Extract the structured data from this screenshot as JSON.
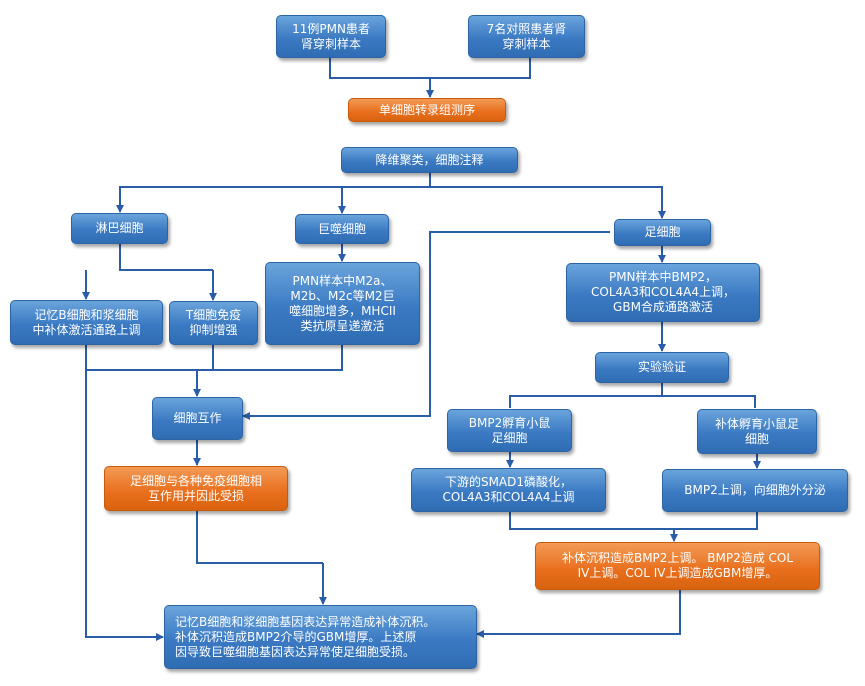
{
  "nodes": {
    "pmn_samples": "11例PMN患者\n肾穿刺样本",
    "control_samples": "7名对照患者肾\n穿刺样本",
    "scrna_seq": "单细胞转录组测序",
    "clustering": "降维聚类，细胞注释",
    "lymphocytes": "淋巴细胞",
    "macrophages": "巨噬细胞",
    "podocytes": "足细胞",
    "memory_b_plasma": "记忆B细胞和浆细胞\n中补体激活通路上调",
    "t_cell": "T细胞免疫\n抑制增强",
    "macrophage_finding": "PMN样本中M2a、\nM2b、M2c等M2巨\n噬细胞增多，MHCII\n类抗原呈递激活",
    "podocyte_finding": "PMN样本中BMP2，\nCOL4A3和COL4A4上调，\nGBM合成通路激活",
    "validation": "实验验证",
    "cell_interaction": "细胞互作",
    "bmp2_mice": "BMP2孵育小鼠\n足细胞",
    "complement_mice": "补体孵育小鼠足\n细胞",
    "podocyte_immune_damage": "足细胞与各种免疫细胞相\n互作用并因此受损",
    "smad1": "下游的SMAD1磷酸化，\nCOL4A3和COL4A4上调",
    "bmp2_secretion": "BMP2上调，向细胞外分泌",
    "complement_bmp2": "补体沉积造成BMP2上调。 BMP2造成 COL\nIV上调。COL IV上调造成GBM增厚。",
    "conclusion": "记忆B细胞和浆细胞基因表达异常造成补体沉积。\n补体沉积造成BMP2介导的GBM增厚。上述原\n因导致巨噬细胞基因表达异常使足细胞受损。"
  },
  "colors": {
    "box_blue": "#3b7ac3",
    "box_orange": "#e86e1c",
    "line": "#2a5da8"
  }
}
